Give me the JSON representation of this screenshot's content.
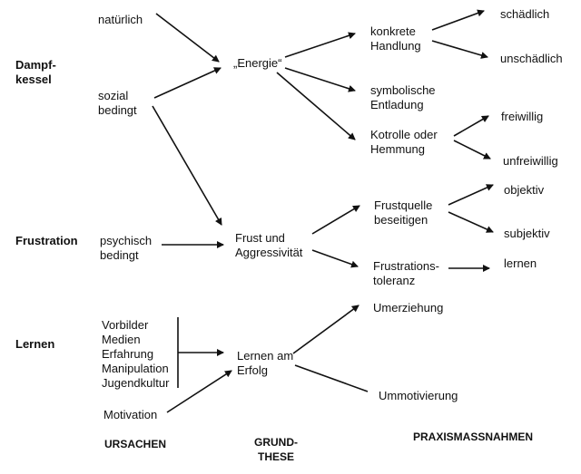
{
  "categories": {
    "dampfkessel": "Dampf-\nkessel",
    "frustration": "Frustration",
    "lernen": "Lernen"
  },
  "causes": {
    "natuerlich": "natürlich",
    "sozial": "sozial\nbedingt",
    "psychisch": "psychisch\nbedingt",
    "lernen_list": "Vorbilder\nMedien\nErfahrung\nManipulation\nJugendkultur",
    "motivation": "Motivation"
  },
  "theses": {
    "energie": "„Energie“",
    "frust": "Frust und\nAggressivität",
    "erfolg": "Lernen am\nErfolg"
  },
  "measures": {
    "konkrete": "konkrete\nHandlung",
    "symbolische": "symbolische\nEntladung",
    "kotrolle": "Kotrolle oder\nHemmung",
    "frustquelle": "Frustquelle\nbeseitigen",
    "frustrationstoleranz": "Frustrations-\ntoleranz",
    "umerziehung": "Umerziehung",
    "ummotivierung": "Ummotivierung"
  },
  "outcomes": {
    "schaedlich": "schädlich",
    "unschaedlich": "unschädlich",
    "freiwillig": "freiwillig",
    "unfreiwillig": "unfreiwillig",
    "objektiv": "objektiv",
    "subjektiv": "subjektiv",
    "lernen": "lernen"
  },
  "footer": {
    "ursachen": "URSACHEN",
    "grundthese": "GRUND-\nTHESE",
    "praxis": "PRAXISMASSNAHMEN"
  }
}
